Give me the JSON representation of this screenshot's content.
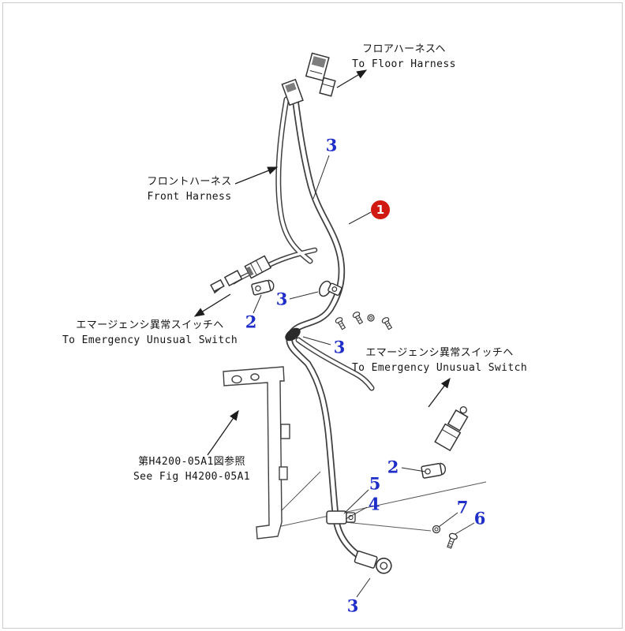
{
  "diagram": {
    "figure_ref": "H4200-05A1",
    "labels": {
      "floor_harness": {
        "jp": "フロアハーネスヘ",
        "en": "To Floor Harness"
      },
      "front_harness": {
        "jp": "フロントハーネス",
        "en": "Front Harness"
      },
      "emergency_switch_left": {
        "jp": "エマージェンシ異常スイッチヘ",
        "en": "To Emergency Unusual Switch"
      },
      "emergency_switch_right": {
        "jp": "エマージェンシ異常スイッチヘ",
        "en": "To Emergency Unusual Switch"
      },
      "see_fig": {
        "jp": "第H4200-05A1図参照",
        "en": "See Fig H4200-05A1"
      }
    },
    "callouts": [
      {
        "label": "3",
        "style": "blue"
      },
      {
        "label": "1",
        "style": "red-circle"
      },
      {
        "label": "3",
        "style": "blue"
      },
      {
        "label": "2",
        "style": "blue"
      },
      {
        "label": "3",
        "style": "blue"
      },
      {
        "label": "2",
        "style": "blue"
      },
      {
        "label": "5",
        "style": "blue"
      },
      {
        "label": "4",
        "style": "blue"
      },
      {
        "label": "7",
        "style": "blue"
      },
      {
        "label": "6",
        "style": "blue"
      },
      {
        "label": "3",
        "style": "blue"
      }
    ],
    "colors": {
      "callout_blue": "#1f2ec9",
      "callout_red": "#d01910",
      "line": "#3f3f3f",
      "frame": "#c6cbd2"
    }
  }
}
